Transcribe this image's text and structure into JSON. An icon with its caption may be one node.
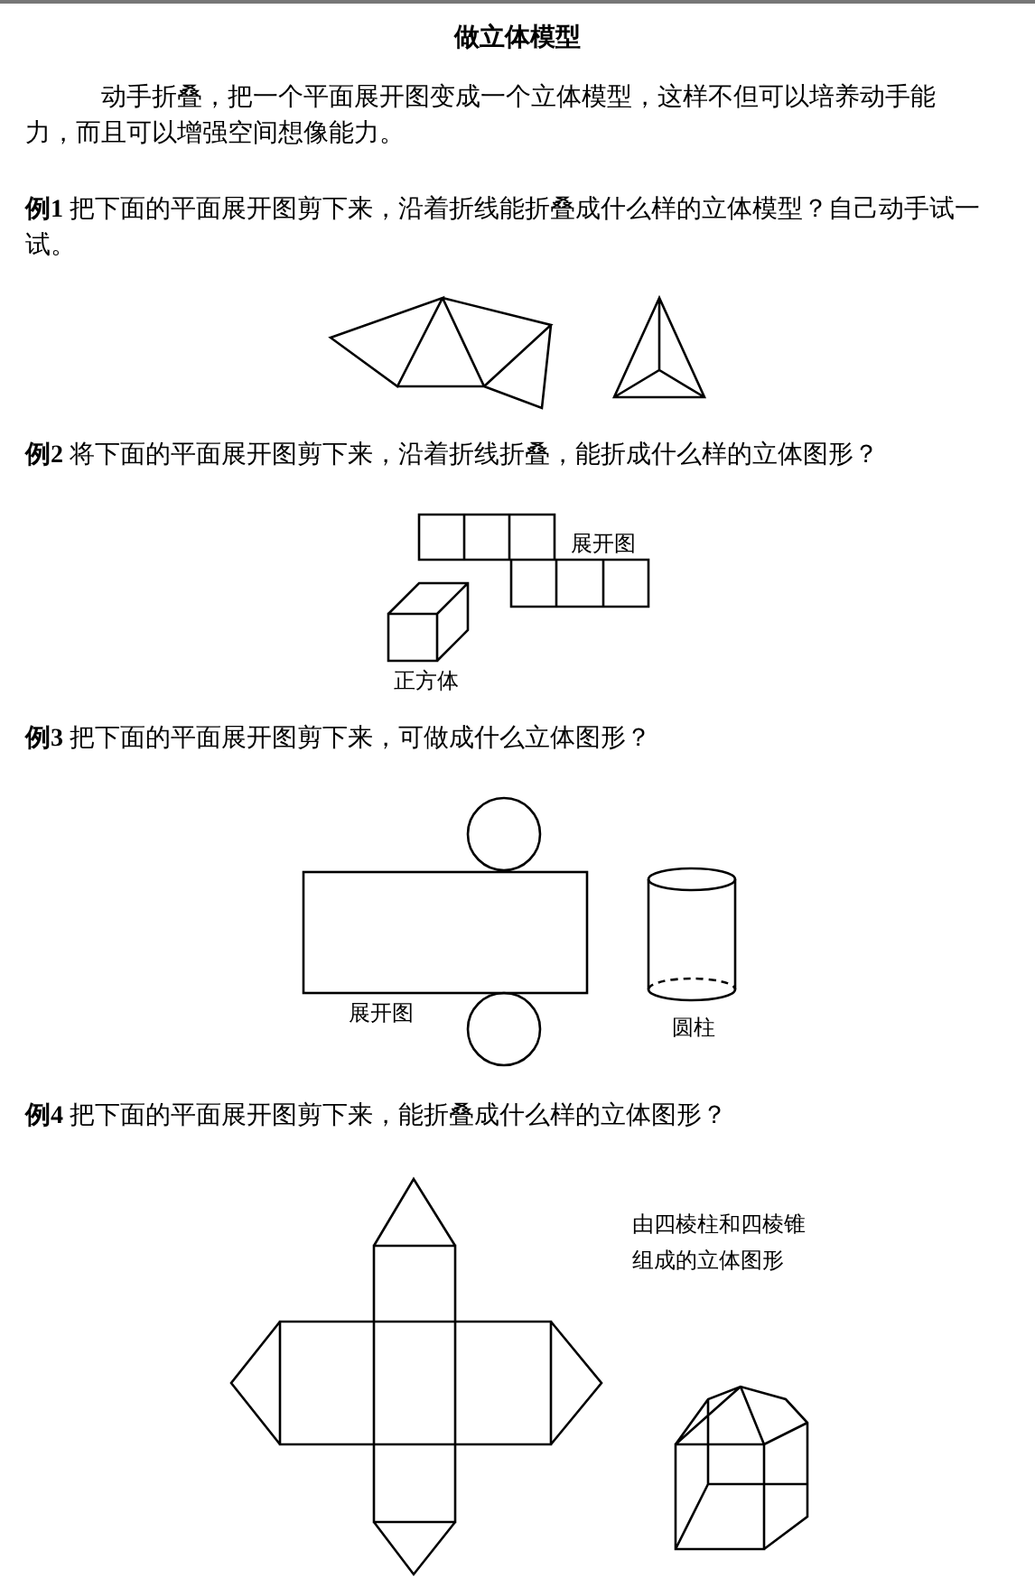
{
  "diagram": {
    "title": "做立体模型",
    "labels": [
      "动手折叠，把一个平面展开图变成一个立体模型，这样不但可以培养动手能力，而且可以增强空间想像能力。",
      "**例1** 把下面的平面展开图剪下来，沿着折线能折叠成什么样的立体模型？自己动手试一试。",
      "**例2** 将下面的平面展开图剪下来，沿着折线折叠，能折成什么样的立体图形？",
      "展开图",
      "正方体",
      "**例3** 把下面的平面展开图剪下来，可做成什么立体图形？",
      "展开图",
      "圆柱",
      "**例4** 把下面的平面展开图剪下来，能折叠成什么样的立体图形？",
      "由四棱柱和四棱锥组成的立体图形"
    ]
  }
}
